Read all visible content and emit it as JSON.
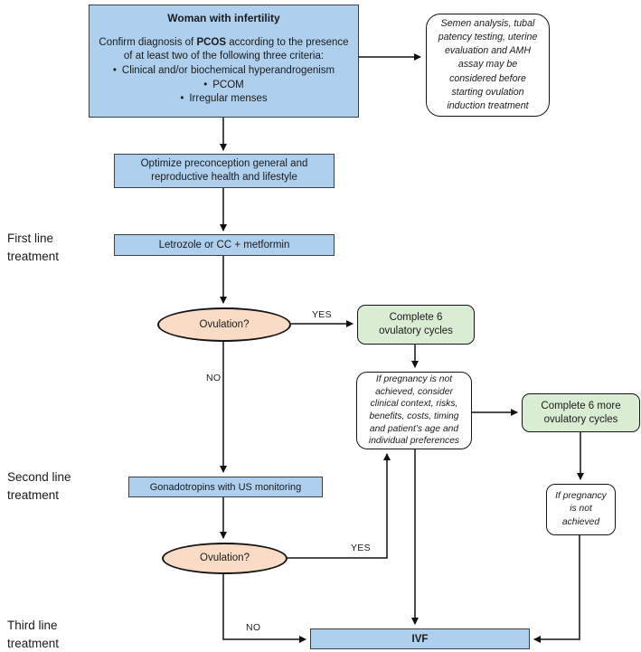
{
  "top_box": {
    "title": "Woman with infertility",
    "body_pre": "Confirm diagnosis of ",
    "body_bold": "PCOS",
    "body_post": " according to the presence of at least two of the following three criteria:",
    "bullet_glyph": "•",
    "bullets": [
      "Clinical and/or biochemical hyperandrogenism",
      "PCOM",
      "Irregular menses"
    ]
  },
  "side_note": "Semen analysis, tubal patency testing, uterine evaluation and AMH assay may be considered before starting ovulation induction treatment",
  "stage_labels": {
    "first": "First line treatment",
    "second": "Second line treatment",
    "third": "Third line treatment"
  },
  "nodes": {
    "optimize": "Optimize preconception general and reproductive health and lifestyle",
    "letrozole": "Letrozole or CC + metformin",
    "ovulation1": "Ovulation?",
    "complete6": "Complete 6 ovulatory cycles",
    "consider": "If pregnancy is not achieved, consider clinical context, risks, benefits, costs, timing and patient’s age and individual preferences",
    "complete6more": "Complete 6 more ovulatory cycles",
    "not_achieved": "If pregnancy is not achieved",
    "gonadotropins": "Gonadotropins with US monitoring",
    "ovulation2": "Ovulation?",
    "ivf": "IVF"
  },
  "edge_labels": {
    "yes1": "YES",
    "no1": "NO",
    "yes2": "YES",
    "no2": "NO"
  },
  "colors": {
    "box_blue": "#aed0ee",
    "box_green": "#d9edd3",
    "ellipse_peach": "#fadcc6",
    "line": "#111111"
  }
}
